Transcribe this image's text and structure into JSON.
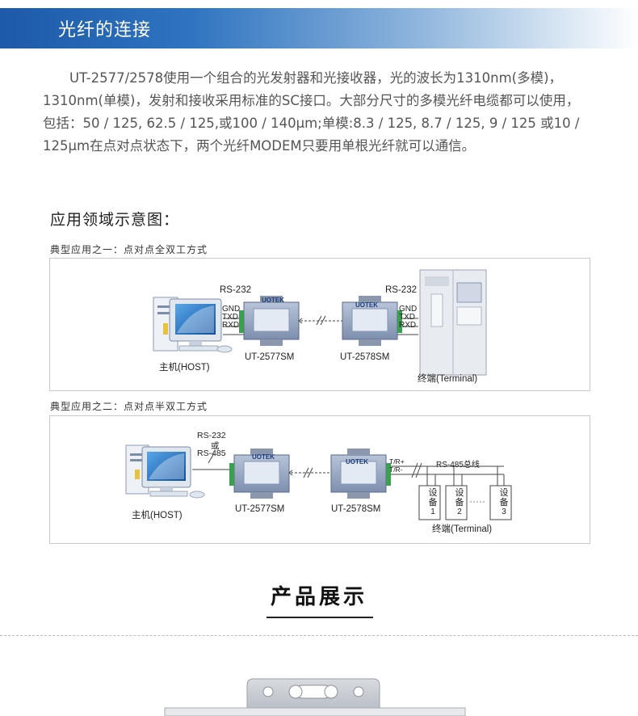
{
  "section": {
    "title": "光纤的连接",
    "intro": "UT-2577/2578使用一个组合的光发射器和光接收器，光的波长为1310nm(多模)，1310nm(单模)，发射和接收采用标准的SC接口。大部分尺寸的多模光纤电缆都可以使用，包括：50 / 125, 62.5 / 125,或100 / 140μm;单模:8.3 / 125, 8.7 / 125, 9 / 125 或10 / 125μm在点对点状态下，两个光纤MODEM只要用单根光纤就可以通信。"
  },
  "application": {
    "heading": "应用领域示意图：",
    "diagram1": {
      "caption": "典型应用之一：点对点全双工方式",
      "host_label": "主机(HOST)",
      "left_interface": "RS-232",
      "right_interface": "RS-232",
      "pins": [
        "GND",
        "TXD",
        "RXD"
      ],
      "device_left": "UT-2577SM",
      "device_right": "UT-2578SM",
      "terminal_label": "终端(Terminal)"
    },
    "diagram2": {
      "caption": "典型应用之二：点对点半双工方式",
      "host_label": "主机(HOST)",
      "interface_top": "RS-232",
      "interface_or": "或",
      "interface_bottom": "RS-485",
      "device_left": "UT-2577SM",
      "device_right": "UT-2578SM",
      "bus_pins": [
        "T/R+",
        "T/R-"
      ],
      "bus_label": "RS-485总线",
      "equipment": [
        {
          "c1": "设",
          "c2": "备",
          "n": "1"
        },
        {
          "c1": "设",
          "c2": "备",
          "n": "2"
        },
        {
          "c1": "设",
          "c2": "备",
          "n": "3"
        }
      ],
      "terminal_label": "终端(Terminal)"
    }
  },
  "brand": "UOTEK",
  "products": {
    "title": "产品展示"
  }
}
